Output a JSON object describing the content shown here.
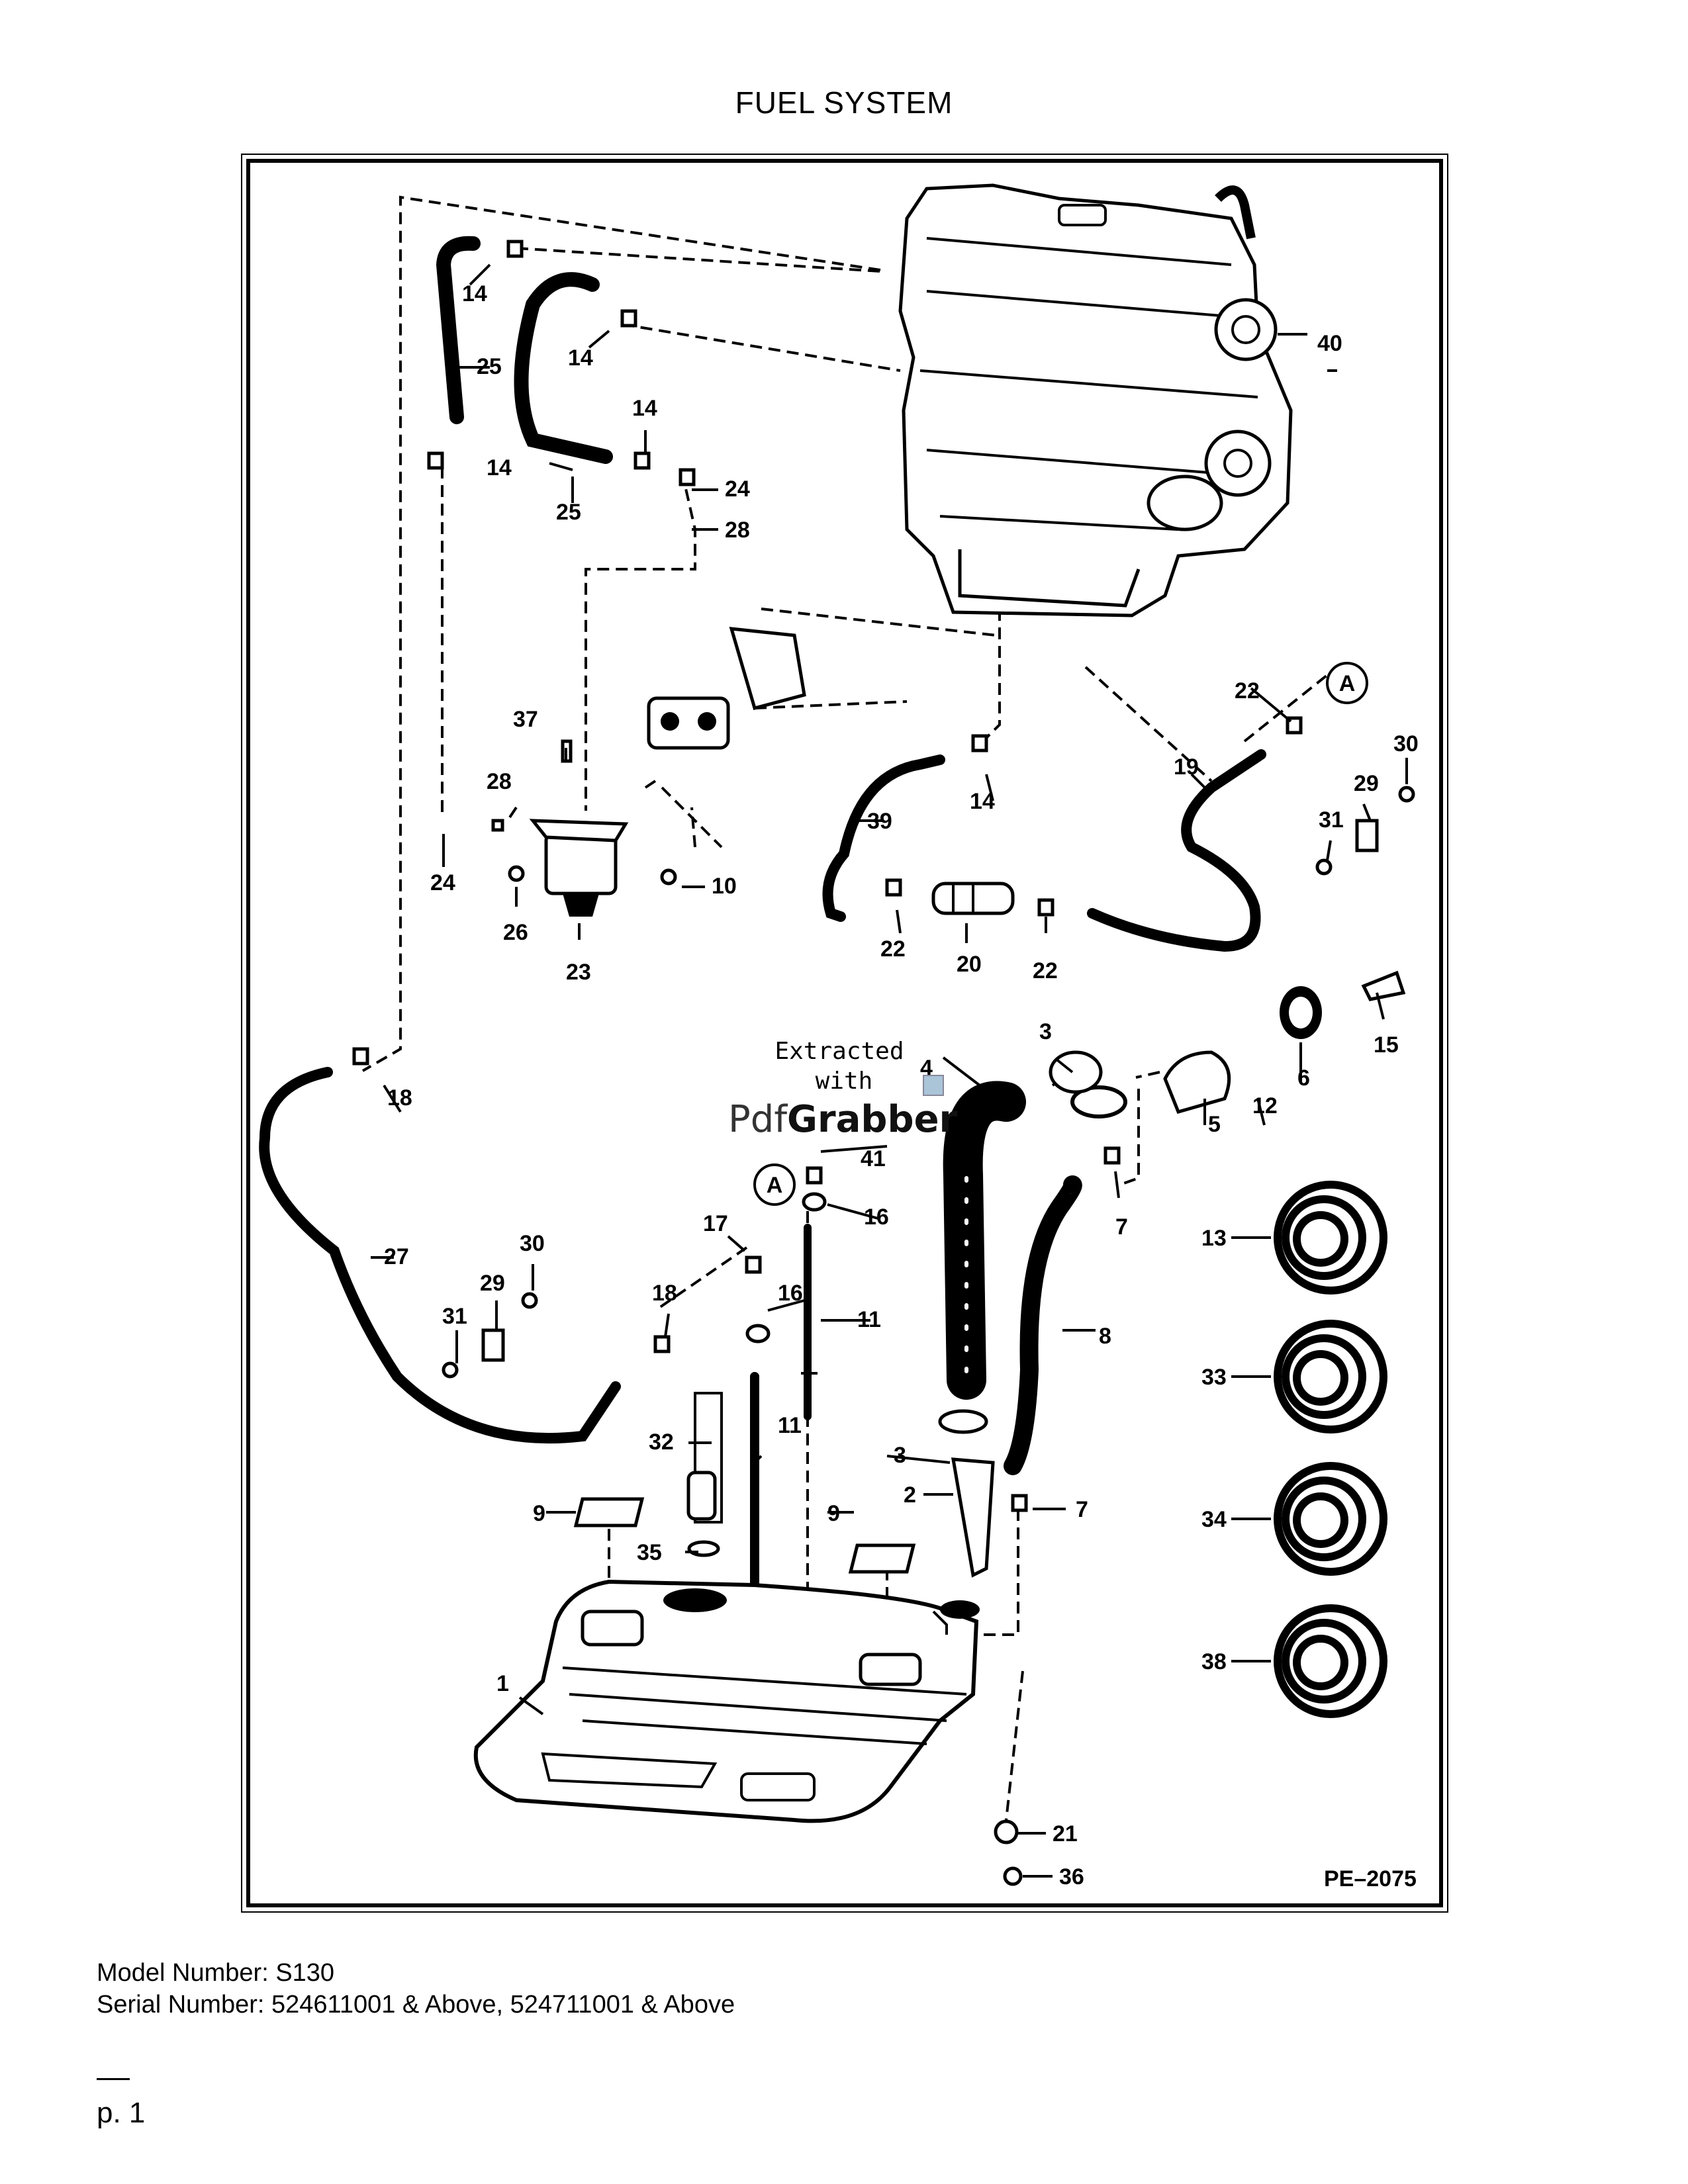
{
  "title": "FUEL SYSTEM",
  "diagram_code": "PE–2075",
  "watermark": {
    "line1": "Extracted",
    "line2": "with",
    "brand_a": "Pdf",
    "brand_b": "Grabber"
  },
  "callouts": {
    "c1": "1",
    "c2": "2",
    "c3a": "3",
    "c3b": "3",
    "c4": "4",
    "c5": "5",
    "c6": "6",
    "c7a": "7",
    "c7b": "7",
    "c8": "8",
    "c9a": "9",
    "c9b": "9",
    "c10": "10",
    "c11a": "11",
    "c11b": "11",
    "c12": "12",
    "c13": "13",
    "c14a": "14",
    "c14b": "14",
    "c14c": "14",
    "c14d": "14",
    "c14e": "14",
    "c15": "15",
    "c16a": "16",
    "c16b": "16",
    "c17": "17",
    "c18a": "18",
    "c18b": "18",
    "c19": "19",
    "c20": "20",
    "c21": "21",
    "c22a": "22",
    "c22b": "22",
    "c22c": "22",
    "c23": "23",
    "c24a": "24",
    "c24b": "24",
    "c25a": "25",
    "c25b": "25",
    "c26": "26",
    "c27": "27",
    "c28a": "28",
    "c28b": "28",
    "c29a": "29",
    "c29b": "29",
    "c30a": "30",
    "c30b": "30",
    "c31a": "31",
    "c31b": "31",
    "c32": "32",
    "c33": "33",
    "c34": "34",
    "c35": "35",
    "c36": "36",
    "c37": "37",
    "c38": "38",
    "c39": "39",
    "c40": "40",
    "c41": "41",
    "refA1": "A",
    "refA2": "A"
  },
  "footer": {
    "model": "Model Number: S130",
    "serial": "Serial Number: 524611001 & Above, 524711001 & Above",
    "page": "p. 1"
  }
}
